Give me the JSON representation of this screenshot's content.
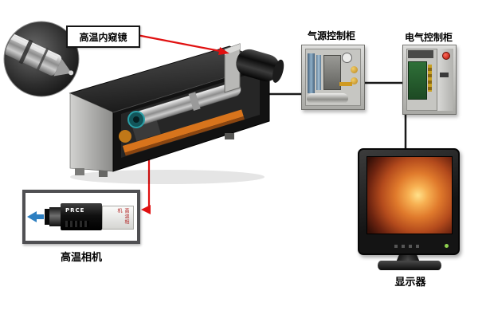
{
  "callouts": {
    "endoscope": "高温内窥镜",
    "air_cabinet": "气源控制柜",
    "electric_cabinet": "电气控制柜",
    "camera": "高温相机",
    "monitor": "显示器"
  },
  "camera_photo": {
    "brand": "PRCE",
    "side_text": "高温相机"
  },
  "colors": {
    "background": "#ffffff",
    "connector_red": "#e01010",
    "connector_black": "#1a1a1a",
    "rail_orange": "#d8741c",
    "arrow_blue": "#2d7fc1",
    "screen_fire_orange": "#e07a2c",
    "cabinet_gray": "#bfbfbb"
  }
}
